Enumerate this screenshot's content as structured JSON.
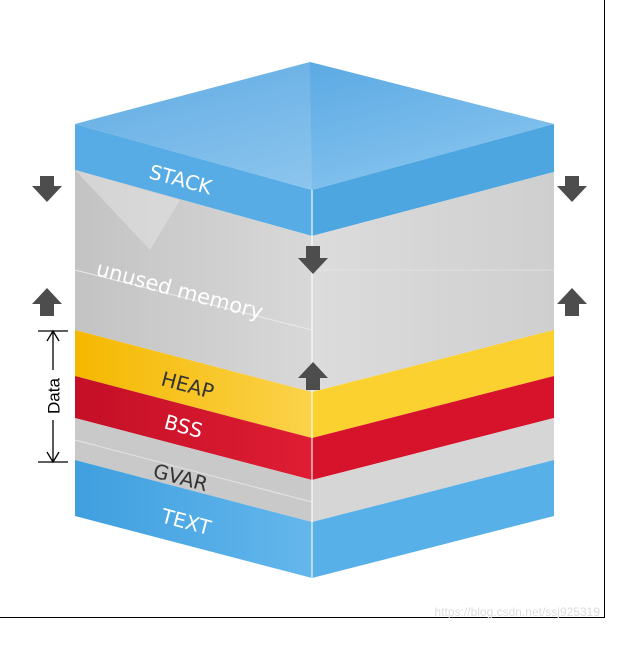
{
  "diagram": {
    "layers": {
      "stack": "STACK",
      "unused": "unused memory",
      "heap": "HEAP",
      "bss": "BSS",
      "gvar": "GVAR",
      "text": "TEXT"
    },
    "bracket_label": "Data",
    "colors": {
      "stack_blue": "#5aaee6",
      "gray": "#cfcfcf",
      "heap_yellow": "#f7c21a",
      "bss_red": "#d4122b",
      "text_blue": "#4aa6e2",
      "arrow": "#4d4d4d"
    }
  },
  "watermark": "https://blog.csdn.net/ssj925319"
}
